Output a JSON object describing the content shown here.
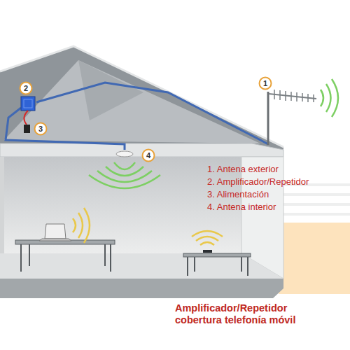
{
  "diagram": {
    "caption": "Amplificador/Repetidor cobertura telefonía móvil",
    "labels": [
      "1",
      "2",
      "3",
      "4",
      "1. Antena exterior",
      "2. Amplificador/Repetidor",
      "3. Alimentación",
      "4. Antena interior"
    ]
  }
}
